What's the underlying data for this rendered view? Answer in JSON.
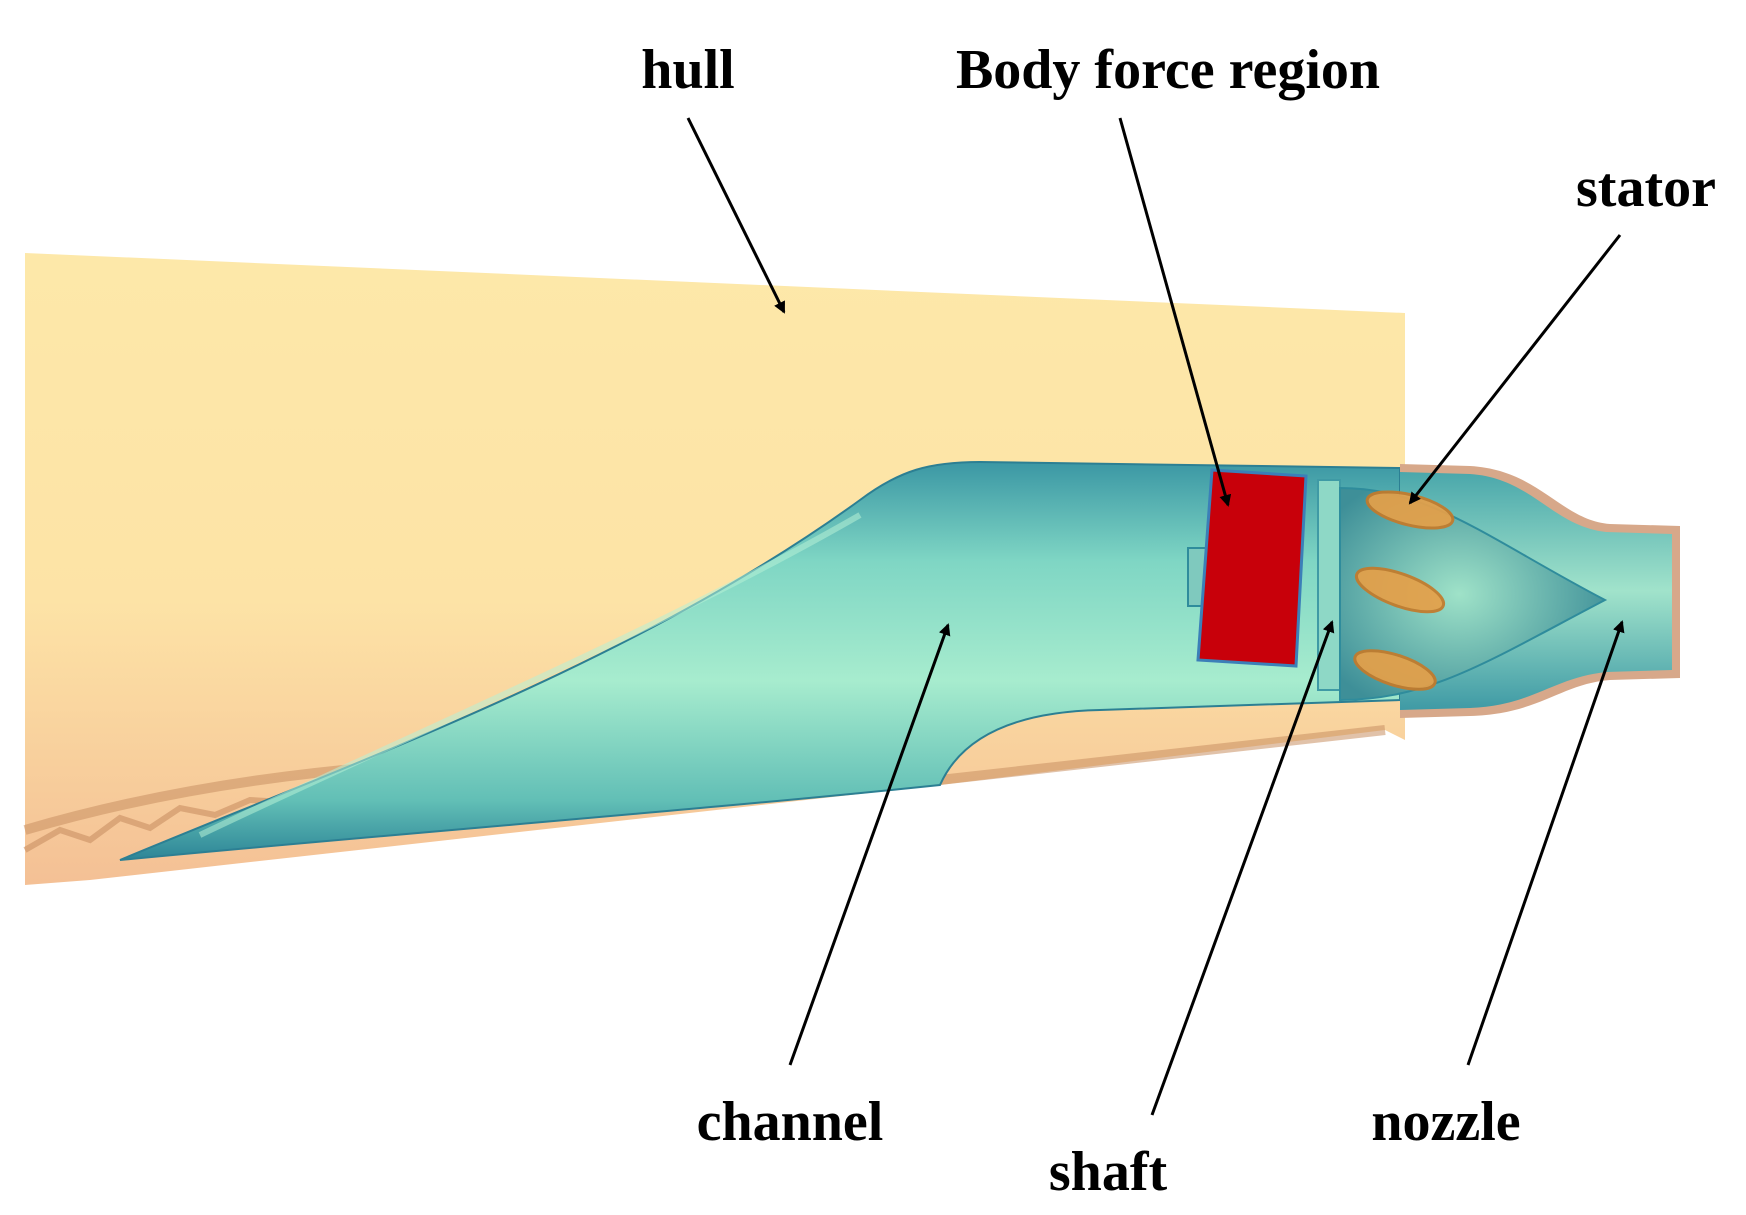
{
  "labels": {
    "hull": "hull",
    "body_force_region": "Body force region",
    "stator": "stator",
    "channel": "channel",
    "shaft": "shaft",
    "nozzle": "nozzle"
  },
  "colors": {
    "hull_top": "#fde6a7",
    "hull_bottom": "#f6c698",
    "hull_edge": "#d9a27a",
    "channel_light": "#a6ebcb",
    "channel_mid": "#5cbdb7",
    "channel_dark": "#2f8c9c",
    "body_force": "#c8000a",
    "stator": "#e39a3a",
    "nozzle_rim": "#d8a889",
    "label": "#000000"
  }
}
